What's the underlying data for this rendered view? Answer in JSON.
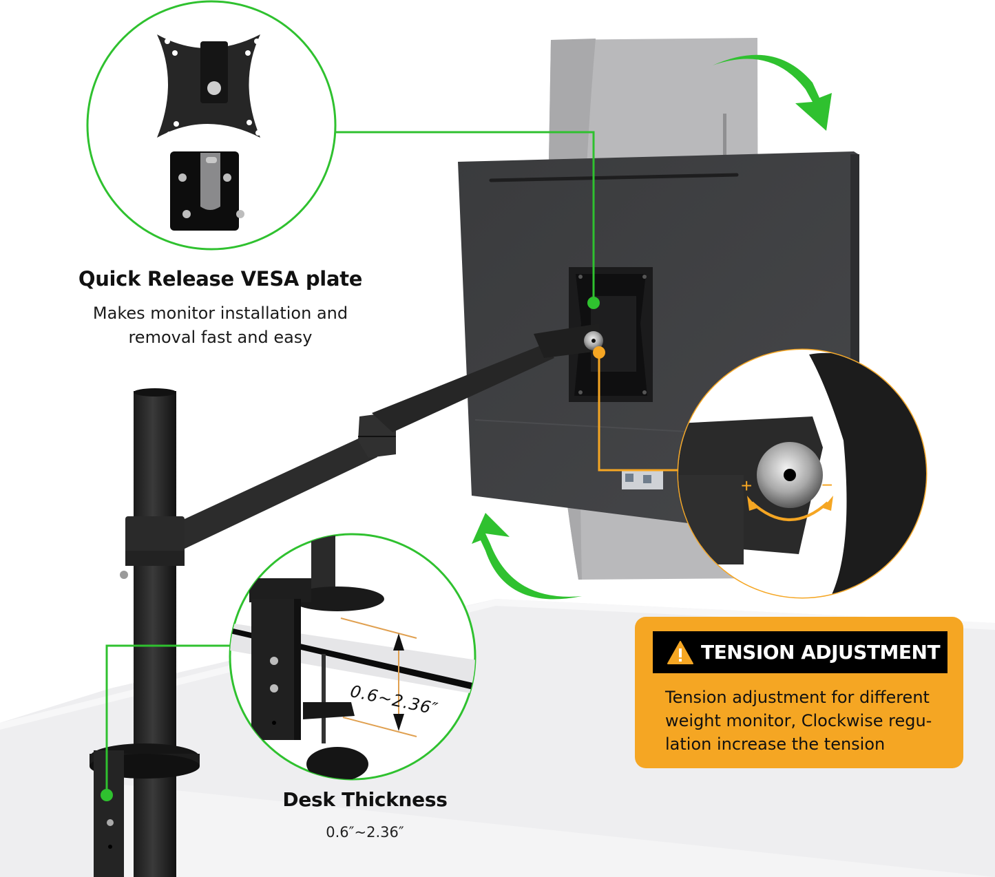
{
  "infographic": {
    "subject": "Single monitor arm mount with pole, desk clamp and quick release VESA plate",
    "colors": {
      "green_accent": "#2fc12f",
      "orange_accent": "#f5a623",
      "product_black": "#2a2a2a",
      "monitor_back": "#3c3d3f",
      "ghost_monitor": "#b8b8ba",
      "desk_surface": "#eeeef0",
      "background": "#ffffff"
    },
    "callouts": {
      "vesa": {
        "title": "Quick Release VESA plate",
        "description_line1": "Makes monitor installation and",
        "description_line2": "removal fast and easy",
        "marker_color": "green"
      },
      "desk": {
        "title": "Desk Thickness",
        "range": "0.6″~2.36″",
        "dimension_label": "0.6~2.36″",
        "marker_color": "green"
      },
      "tension": {
        "icon": "warning-triangle-icon",
        "title": "TENSION ADJUSTMENT",
        "description_line1": "Tension adjustment for different",
        "description_line2": "weight monitor, Clockwise regu-",
        "description_line3": "lation increase the tension",
        "plus_symbol": "+",
        "minus_symbol": "−",
        "marker_color": "orange"
      }
    },
    "rotation_arrows": [
      {
        "position": "top-right",
        "direction": "clockwise-down"
      },
      {
        "position": "bottom-left",
        "direction": "up"
      }
    ]
  }
}
